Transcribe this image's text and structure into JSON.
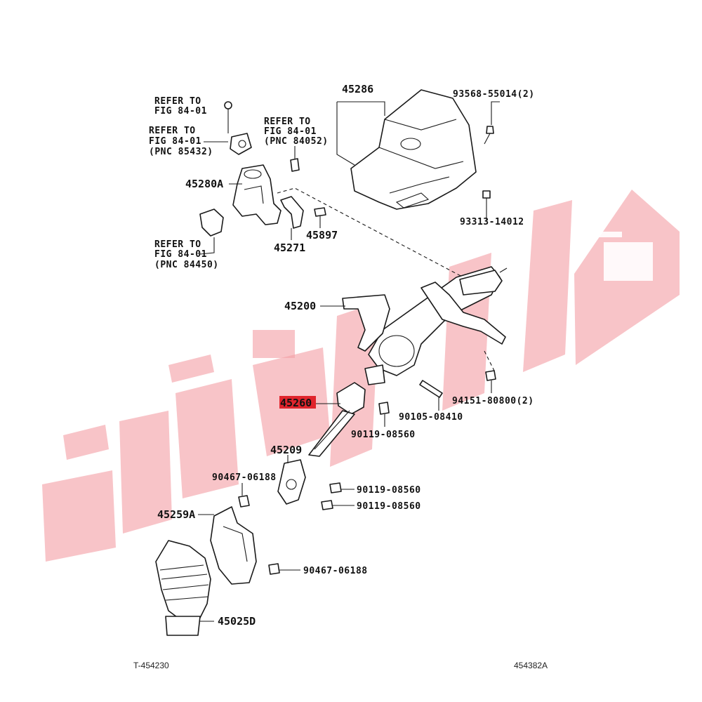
{
  "colors": {
    "highlight": "#e0242c",
    "watermark": "#f4a0a6",
    "line": "#1a1a1a"
  },
  "labels": {
    "refer_1": [
      "REFER TO",
      "FIG 84-01"
    ],
    "refer_2": [
      "REFER TO",
      "FIG 84-01",
      "(PNC 85432)"
    ],
    "refer_3": [
      "REFER TO",
      "FIG 84-01",
      "(PNC 84052)"
    ],
    "refer_4": [
      "REFER TO",
      "FIG 84-01",
      "(PNC 84450)"
    ],
    "p45286": "45286",
    "p93568": "93568-55014(2)",
    "p93313": "93313-14012",
    "p45280A": "45280A",
    "p45897": "45897",
    "p45271": "45271",
    "p45200": "45200",
    "p94151": "94151-80800(2)",
    "p45260": "45260",
    "p90105": "90105-08410",
    "p90119_a": "90119-08560",
    "p45209": "45209",
    "p90467_a": "90467-06188",
    "p90119_b": "90119-08560",
    "p90119_c": "90119-08560",
    "p45259A": "45259A",
    "p90467_b": "90467-06188",
    "p45025D": "45025D"
  },
  "footer": {
    "left": "T-454230",
    "right": "454382A"
  },
  "watermark": {
    "logo": "ايران ديزل"
  }
}
